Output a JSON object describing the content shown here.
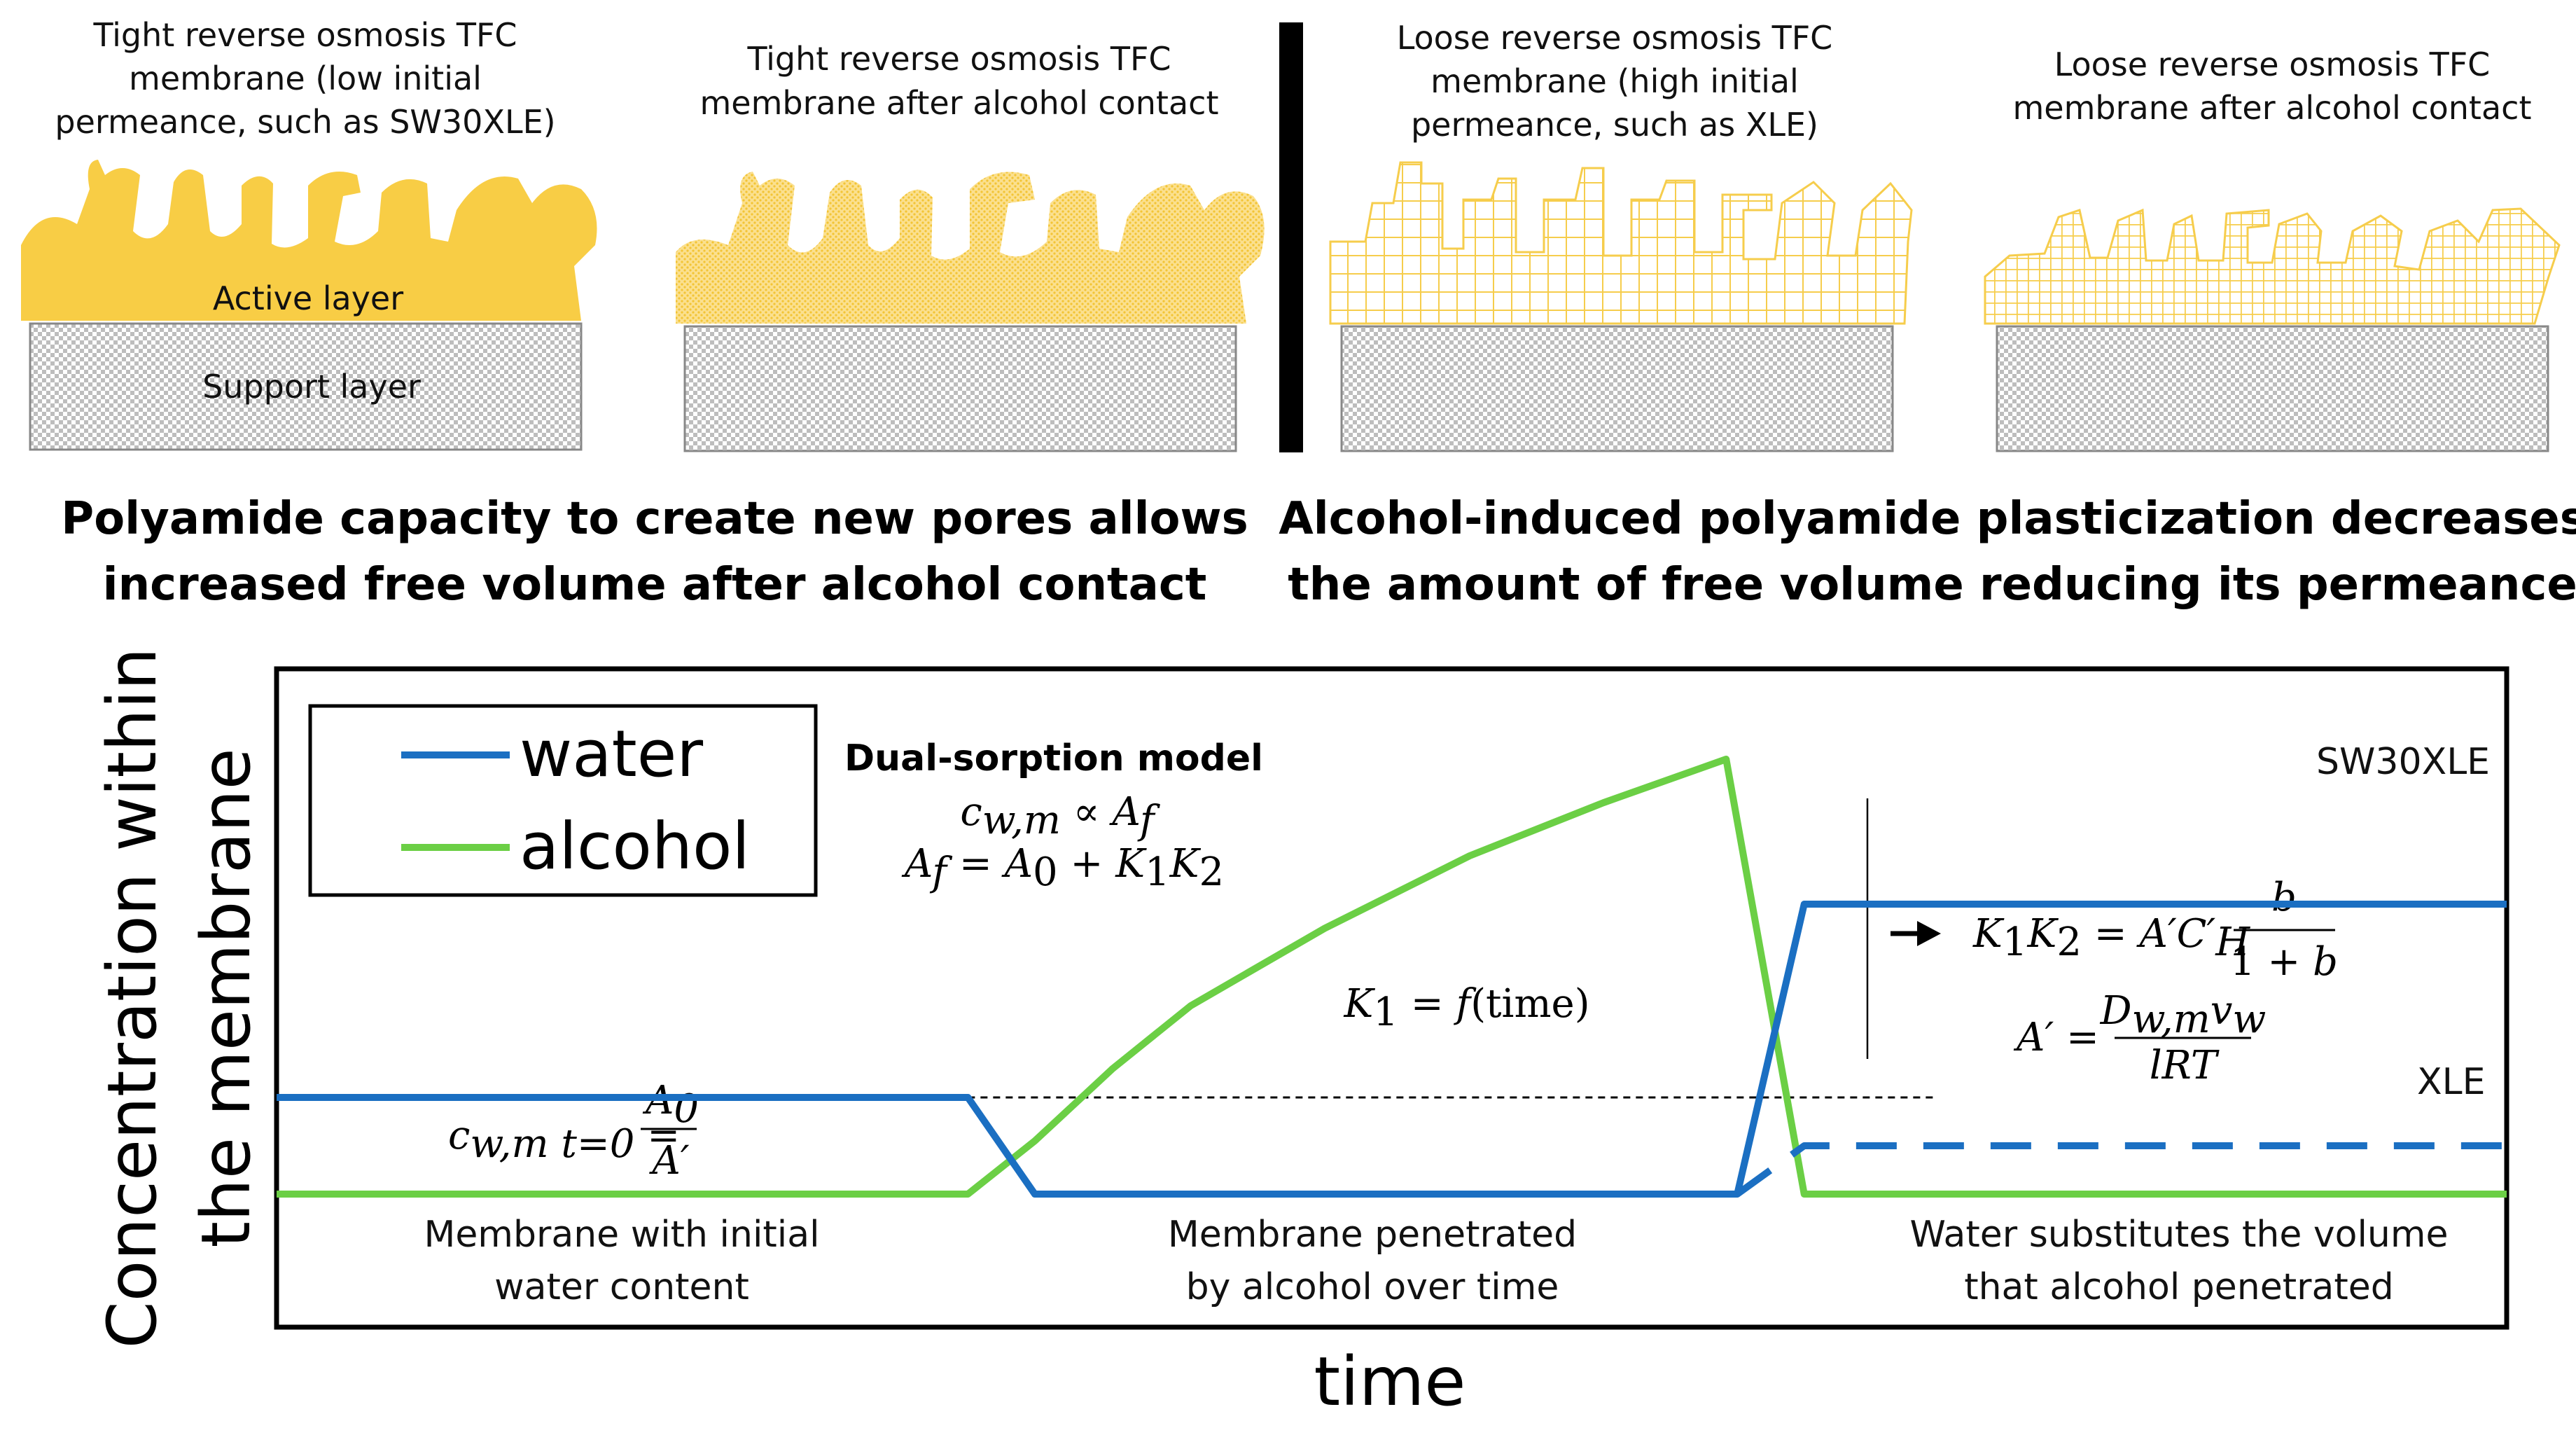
{
  "panels": {
    "tight_initial": {
      "caption": [
        "Tight reverse osmosis TFC",
        "membrane (low initial",
        "permeance, such as SW30XLE)"
      ],
      "active_label": "Active layer",
      "support_label": "Support layer"
    },
    "tight_after": {
      "caption": [
        "Tight reverse osmosis TFC",
        "membrane after alcohol contact"
      ]
    },
    "loose_initial": {
      "caption": [
        "Loose reverse osmosis TFC",
        "membrane (high initial",
        "permeance, such as XLE)"
      ]
    },
    "loose_after": {
      "caption": [
        "Loose reverse osmosis TFC",
        "membrane after alcohol contact"
      ]
    }
  },
  "headings": {
    "left": [
      "Polyamide capacity to create new pores allows",
      "increased free volume after alcohol contact"
    ],
    "right": [
      "Alcohol-induced polyamide plasticization decreases",
      "the amount of free volume reducing its permeance"
    ]
  },
  "colors": {
    "water": "#1b6fc2",
    "alcohol": "#6bcf45",
    "polyamide": "#f8cd45",
    "support": "#bdbdbd"
  },
  "chart": {
    "ylabel": [
      "Concentration within",
      "the membrane"
    ],
    "xlabel": "time",
    "legend": [
      {
        "name": "water",
        "color": "#1b6fc2"
      },
      {
        "name": "alcohol",
        "color": "#6bcf45"
      }
    ],
    "series_labels": {
      "sw30xle": "SW30XLE",
      "xle": "XLE"
    },
    "model": {
      "title": "Dual-sorption model",
      "eq1": "c_{w,m} ∝ A_f",
      "eq2": "A_f = A_0 + K_1 K_2",
      "k1": "K_1 = f(time)",
      "c0": "c_{w,m t=0} = A_0 / A′",
      "k1k2": "K_1 K_2 = A′C′_H b/(1+b)",
      "aprime": "A′ = D_{w,m} v_w / lRT"
    },
    "segments": [
      [
        "Membrane with initial",
        "water content"
      ],
      [
        "Membrane penetrated",
        "by alcohol over time"
      ],
      [
        "Water substitutes the volume",
        "that alcohol penetrated"
      ]
    ]
  },
  "chart_data": {
    "type": "line",
    "title": "",
    "xlabel": "time",
    "ylabel": "Concentration within the membrane",
    "xlim": [
      0,
      100
    ],
    "ylim": [
      0,
      100
    ],
    "series": [
      {
        "name": "water",
        "color": "#1b6fc2",
        "style": "solid",
        "x": [
          0,
          31,
          34,
          65.5,
          68.5,
          100
        ],
        "y": [
          20,
          20,
          0,
          0,
          60,
          60
        ]
      },
      {
        "name": "water",
        "color": "#1b6fc2",
        "style": "dashed",
        "x": [
          65.5,
          68.5,
          100
        ],
        "y": [
          0,
          10,
          10
        ]
      },
      {
        "name": "alcohol",
        "color": "#6bcf45",
        "style": "solid",
        "x": [
          0,
          31,
          34,
          37.5,
          41,
          47,
          53.5,
          59.5,
          65,
          68.5,
          100
        ],
        "y": [
          0,
          0,
          11,
          26,
          39,
          55,
          70,
          81,
          90,
          0,
          0
        ]
      }
    ],
    "reference_lines": [
      {
        "style": "dotted",
        "y": 20,
        "x": [
          31,
          74.5
        ]
      }
    ],
    "annotations": [
      "SW30XLE",
      "XLE"
    ]
  }
}
